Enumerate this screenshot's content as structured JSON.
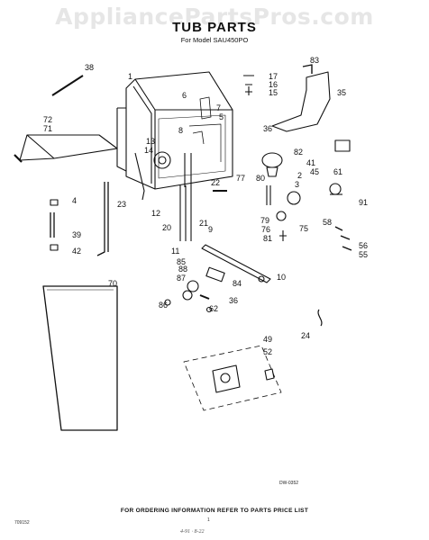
{
  "watermark": "AppliancePartsPros.com",
  "header": {
    "title": "TUB PARTS",
    "subtitle": "For Model SAU450PO"
  },
  "footer": {
    "ordering_note": "FOR ORDERING INFORMATION REFER TO PARTS PRICE LIST"
  },
  "drawing_ref": "DW-0352",
  "corner_code": "709152",
  "page_number": "1",
  "hand_mark": "4-91 · 8-22",
  "callouts": [
    "1",
    "2",
    "3",
    "4",
    "5",
    "6",
    "7",
    "8",
    "9",
    "10",
    "11",
    "12",
    "13",
    "14",
    "15",
    "16",
    "17",
    "20",
    "21",
    "22",
    "23",
    "24",
    "35",
    "36",
    "36",
    "38",
    "39",
    "41",
    "42",
    "45",
    "49",
    "52",
    "55",
    "56",
    "58",
    "61",
    "62",
    "70",
    "71",
    "72",
    "75",
    "76",
    "77",
    "79",
    "80",
    "81",
    "82",
    "83",
    "84",
    "85",
    "86",
    "87",
    "88",
    "91"
  ]
}
